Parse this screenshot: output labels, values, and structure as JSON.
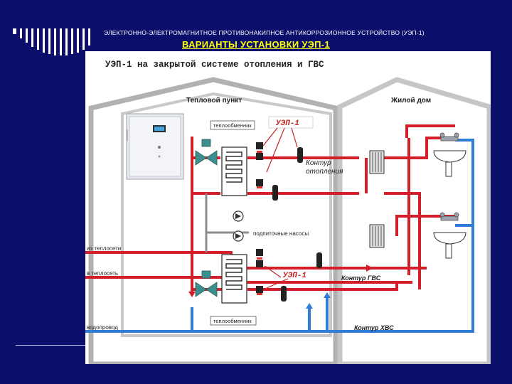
{
  "header": {
    "subtitle": "ЭЛЕКТРОННО-ЭЛЕКТРОМАГНИТНОЕ ПРОТИВОНАКИПНОЕ АНТИКОРРОЗИОННОЕ УСТРОЙСТВО (УЭП-1)",
    "title": "ВАРИАНТЫ УСТАНОВКИ УЭП-1"
  },
  "diagram": {
    "heading": "УЭП-1 на закрытой системе отопления и ГВС",
    "heat_point_label": "Тепловой пункт",
    "house_label": "Жилой дом",
    "heat_exchanger_top": "теплообменник",
    "heat_exchanger_bottom": "теплообменник",
    "uep_top": "УЭП-1",
    "uep_bottom": "УЭП-1",
    "heating_loop": [
      "Контур",
      "отопления"
    ],
    "makeup_pumps": "подпиточные насосы",
    "dhw_loop": "Контур ГВС",
    "cold_loop": "Контур ХВС",
    "from_heat_network": "из теплосети",
    "to_heat_network": "в теплосеть",
    "water_supply": "водопровод"
  },
  "colors": {
    "background": "#0b0f6b",
    "accent_title": "#ffff00",
    "hot_pipe": "#d41f2a",
    "cold_pipe": "#2f7fd6",
    "building_wall": "#a7a7a7"
  }
}
